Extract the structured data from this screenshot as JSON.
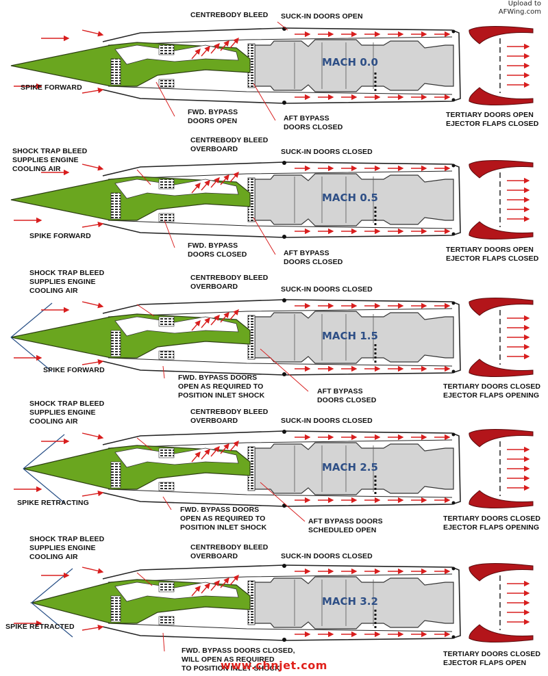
{
  "watermark_top": [
    "Upload to",
    "AFWing.com"
  ],
  "watermark_bottom": "www.chnjet.com",
  "colors": {
    "spike": "#6aa61f",
    "engine_fill": "#d4d4d4",
    "arrow": "#d81e1e",
    "ejector": "#b3151a",
    "mach_text": "#2e4f86",
    "shock_line": "#274f86"
  },
  "panels": [
    {
      "mach": "MACH 0.0",
      "labels": {
        "centrebody": "CENTREBODY BLEED",
        "suckin": "SUCK-IN DOORS OPEN",
        "spike": "SPIKE FORWARD",
        "fwd": "FWD. BYPASS\nDOORS OPEN",
        "aft": "AFT BYPASS\nDOORS CLOSED",
        "tertiary": "TERTIARY DOORS OPEN\nEJECTOR FLAPS CLOSED"
      }
    },
    {
      "mach": "MACH 0.5",
      "labels": {
        "shocktrap": "SHOCK TRAP BLEED\nSUPPLIES ENGINE\nCOOLING AIR",
        "centrebody": "CENTREBODY BLEED\nOVERBOARD",
        "suckin": "SUCK-IN DOORS CLOSED",
        "spike": "SPIKE FORWARD",
        "fwd": "FWD. BYPASS\nDOORS CLOSED",
        "aft": "AFT BYPASS\nDOORS CLOSED",
        "tertiary": "TERTIARY DOORS OPEN\nEJECTOR FLAPS CLOSED"
      }
    },
    {
      "mach": "MACH 1.5",
      "labels": {
        "shocktrap": "SHOCK TRAP BLEED\nSUPPLIES ENGINE\nCOOLING AIR",
        "centrebody": "CENTREBODY BLEED\nOVERBOARD",
        "suckin": "SUCK-IN DOORS CLOSED",
        "spike": "SPIKE FORWARD",
        "fwd": "FWD. BYPASS DOORS\nOPEN AS REQUIRED TO\nPOSITION INLET SHOCK",
        "aft": "AFT BYPASS\nDOORS CLOSED",
        "tertiary": "TERTIARY DOORS CLOSED\nEJECTOR FLAPS OPENING"
      }
    },
    {
      "mach": "MACH 2.5",
      "labels": {
        "shocktrap": "SHOCK TRAP BLEED\nSUPPLIES ENGINE\nCOOLING AIR",
        "centrebody": "CENTREBODY BLEED\nOVERBOARD",
        "suckin": "SUCK-IN DOORS CLOSED",
        "spike": "SPIKE RETRACTING",
        "fwd": "FWD. BYPASS DOORS\nOPEN AS REQUIRED TO\nPOSITION INLET SHOCK",
        "aft": "AFT BYPASS DOORS\nSCHEDULED OPEN",
        "tertiary": "TERTIARY DOORS CLOSED\nEJECTOR FLAPS OPENING"
      }
    },
    {
      "mach": "MACH 3.2",
      "labels": {
        "shocktrap": "SHOCK TRAP BLEED\nSUPPLIES ENGINE\nCOOLING AIR",
        "centrebody": "CENTREBODY BLEED\nOVERBOARD",
        "suckin": "SUCK-IN DOORS CLOSED",
        "spike": "SPIKE RETRACTED",
        "fwd": "FWD. BYPASS DOORS CLOSED,\nWILL OPEN AS REQUIRED\nTO POSITION INLET SHOCK",
        "tertiary": "TERTIARY DOORS CLOSED\nEJECTOR FLAPS OPEN"
      }
    }
  ]
}
